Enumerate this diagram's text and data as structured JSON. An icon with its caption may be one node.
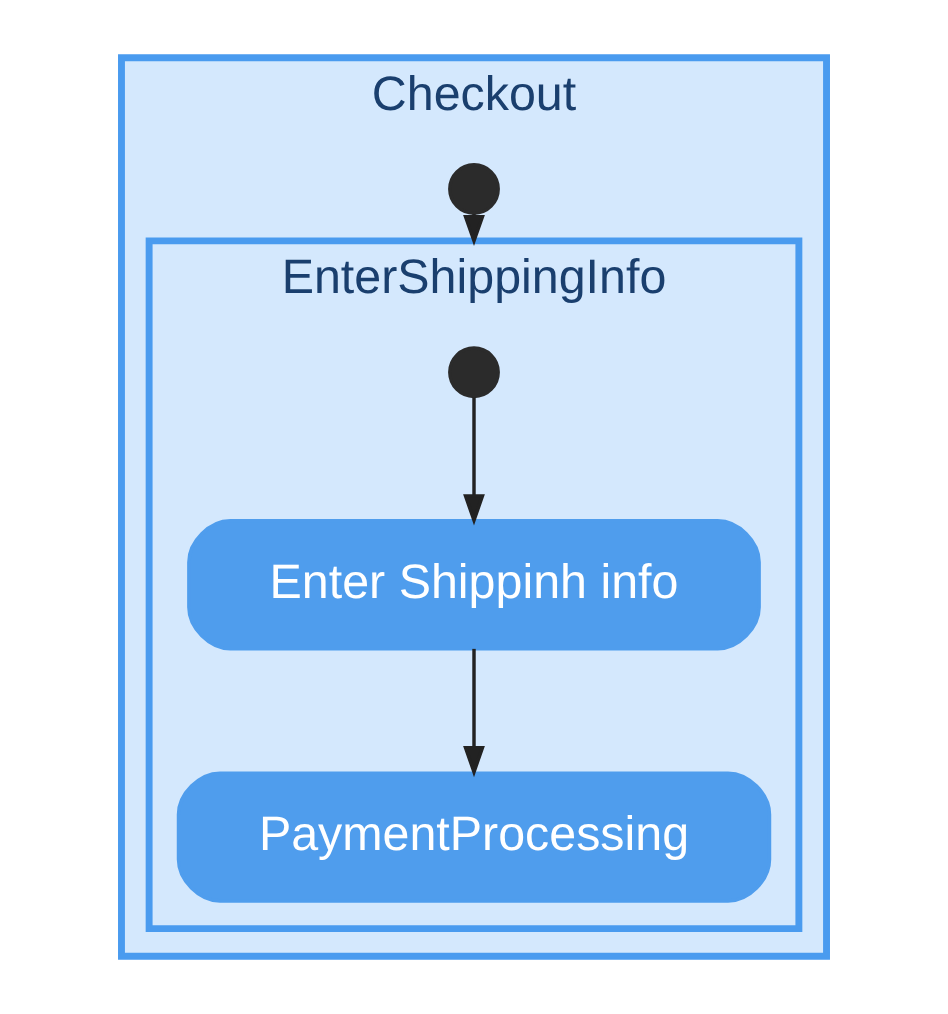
{
  "diagram": {
    "nodes": [
      {
        "text": [
          "Checkout"
        ]
      },
      {
        "text": [],
        "shape": "circle",
        "in": 0
      },
      {
        "text": [
          "EnterShippingInfo"
        ],
        "in": 0
      },
      {
        "text": [],
        "shape": "circle",
        "in": 2
      },
      {
        "text": [
          "Enter Shippinh info"
        ],
        "in": 2
      },
      {
        "text": [
          "PaymentProcessing"
        ],
        "in": 2
      }
    ],
    "edges": [
      {
        "from": 1,
        "to": 2,
        "arrow": "to"
      },
      {
        "from": 3,
        "to": 4,
        "arrow": "to"
      },
      {
        "from": 4,
        "to": 5,
        "arrow": "to"
      }
    ]
  }
}
